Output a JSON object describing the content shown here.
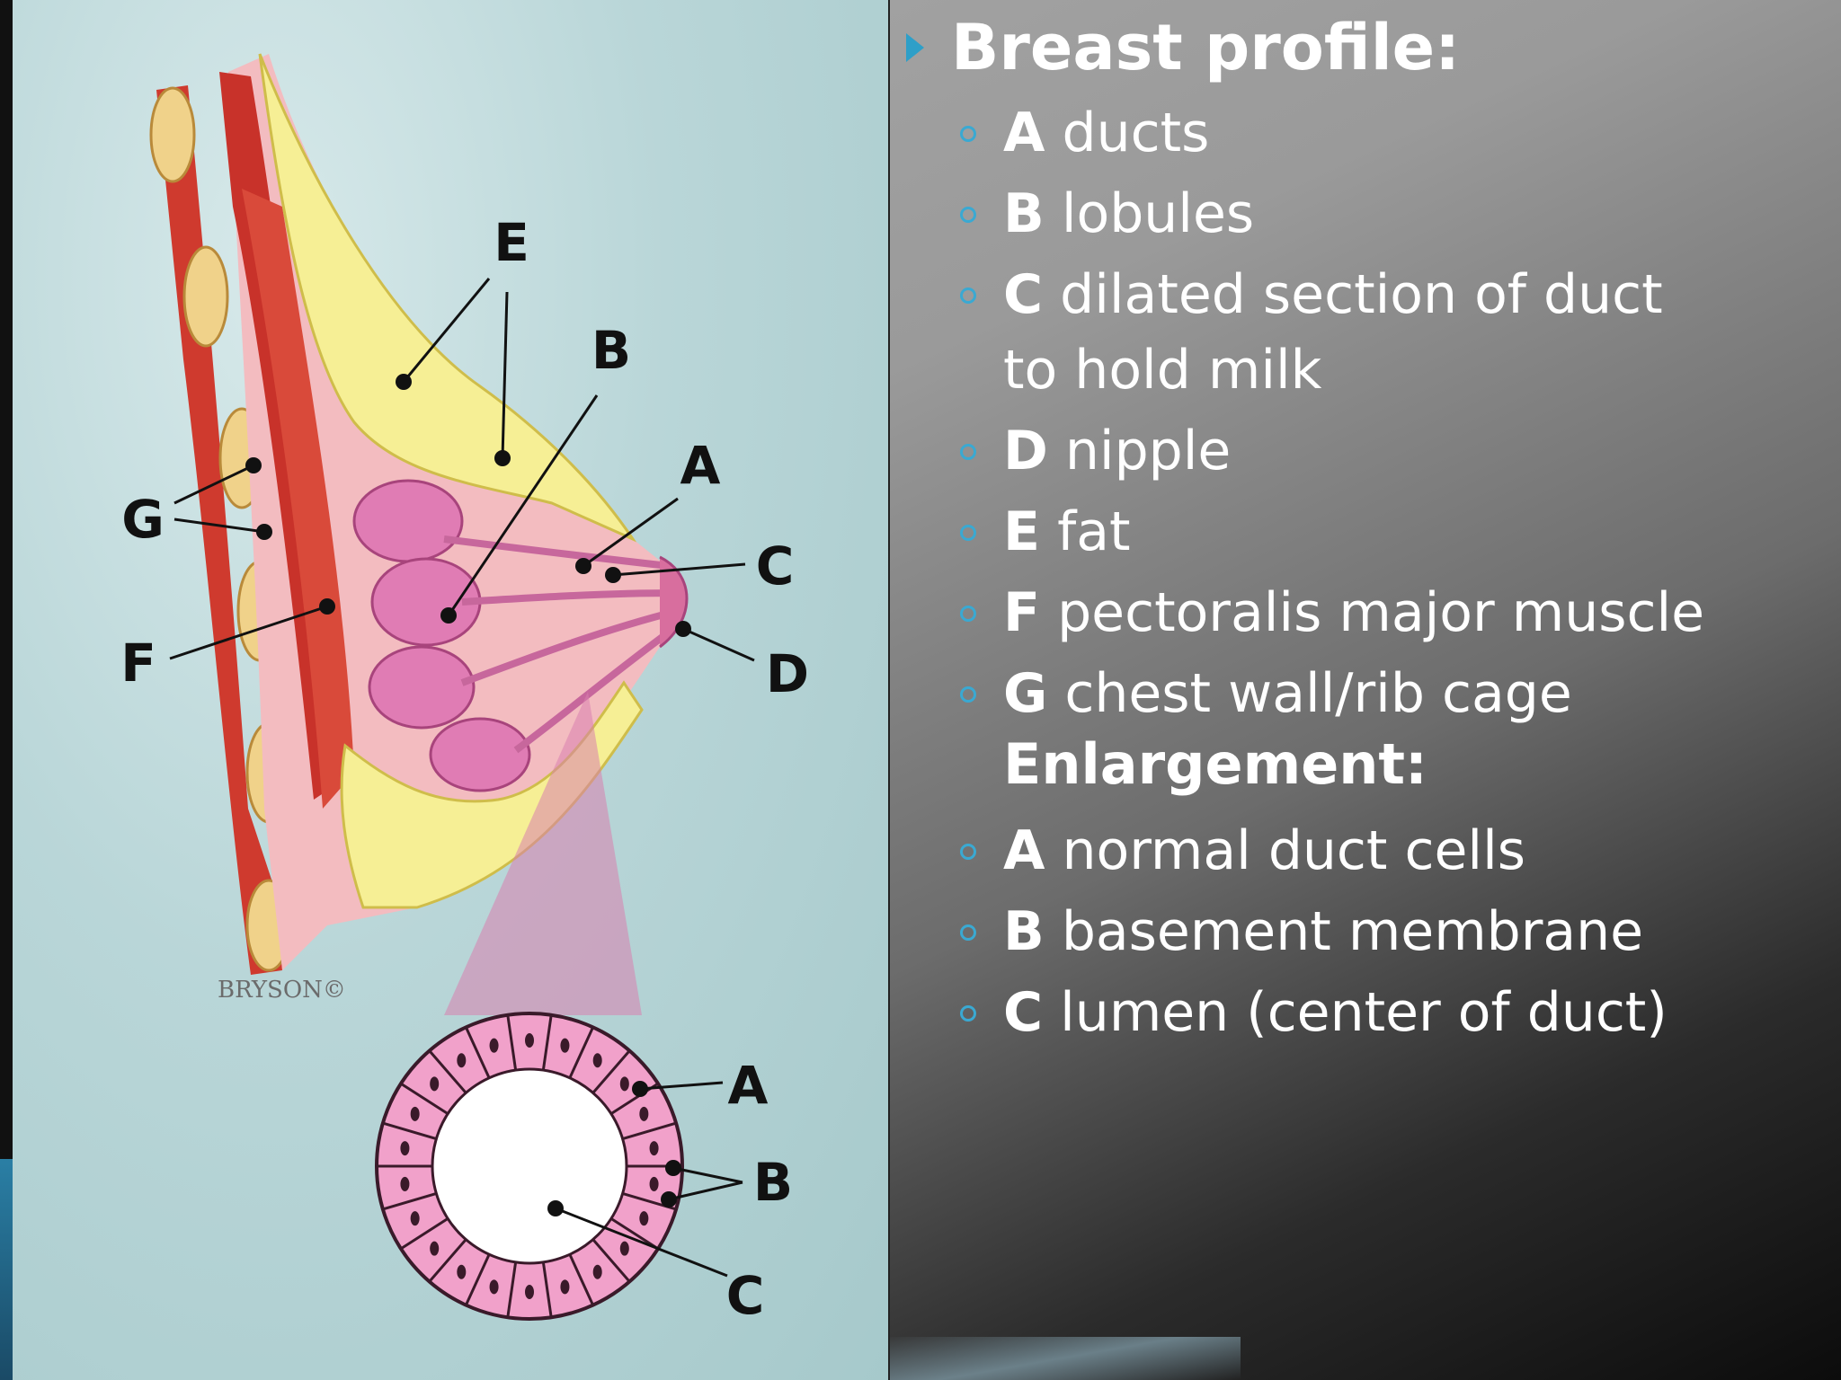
{
  "title": "Breast profile:",
  "profile_items": [
    {
      "letter": "A",
      "text": "ducts"
    },
    {
      "letter": "B",
      "text": "lobules"
    },
    {
      "letter": "C",
      "text": "dilated section of duct",
      "text2": "to hold milk"
    },
    {
      "letter": "D",
      "text": "nipple"
    },
    {
      "letter": "E",
      "text": "fat"
    },
    {
      "letter": "F",
      "text": "pectoralis major muscle"
    },
    {
      "letter": "G",
      "text": "chest wall/rib cage"
    }
  ],
  "enlargement_heading": "Enlargement:",
  "enlargement_items": [
    {
      "letter": "A",
      "text": "normal duct cells"
    },
    {
      "letter": "B",
      "text": "basement membrane"
    },
    {
      "letter": "C",
      "text": "lumen (center of duct)"
    }
  ],
  "diagram": {
    "labels": {
      "E": "E",
      "B": "B",
      "A": "A",
      "C": "C",
      "D": "D",
      "G": "G",
      "F": "F"
    },
    "inset_labels": {
      "A": "A",
      "B": "B",
      "C": "C"
    },
    "credit": "BRYSON©"
  },
  "colors": {
    "bullet": "#2e9fc8",
    "muscle": "#d9443a",
    "fat": "#f3ea88",
    "gland": "#e07cb4",
    "cell": "#f3a3cf"
  }
}
